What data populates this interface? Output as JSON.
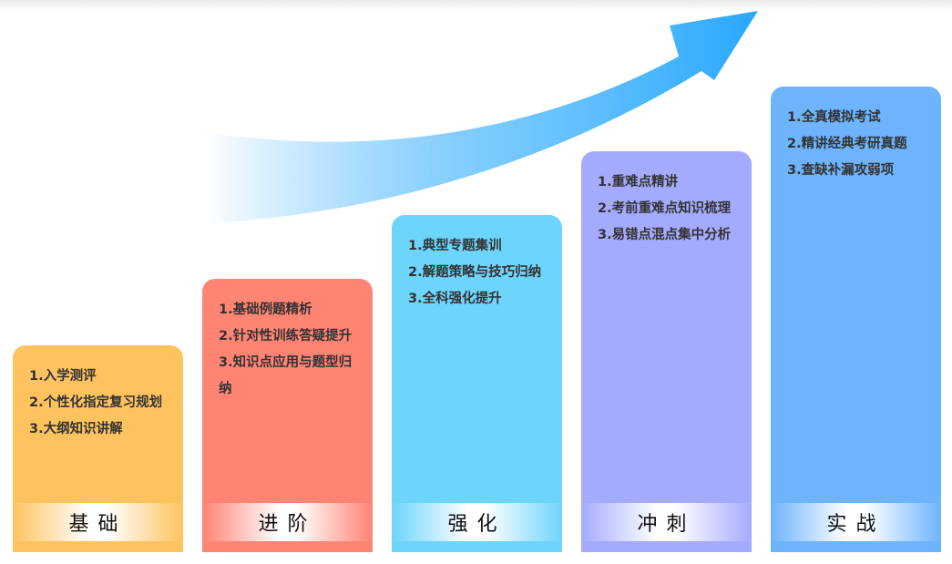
{
  "stages": [
    {
      "label": "基础",
      "color": "#fec35f",
      "items": [
        "1.入学测评",
        "2.个性化指定复习规划",
        "3.大纲知识讲解"
      ]
    },
    {
      "label": "进阶",
      "color": "#ff8474",
      "items": [
        "1.基础例题精析",
        "2.针对性训练答疑提升",
        "3.知识点应用与题型归纳"
      ]
    },
    {
      "label": "强化",
      "color": "#6dd4fc",
      "items": [
        "1.典型专题集训",
        "2.解题策略与技巧归纳",
        "3.全科强化提升"
      ]
    },
    {
      "label": "冲刺",
      "color": "#a4abfe",
      "items": [
        "1.重难点精讲",
        "2.考前重难点知识梳理",
        "3.易错点混点集中分析"
      ]
    },
    {
      "label": "实战",
      "color": "#6db4fd",
      "items": [
        "1.全真模拟考试",
        "2.精讲经典考研真题",
        "3.查缺补漏攻弱项"
      ]
    }
  ],
  "arrow_color": "#29a8fd"
}
